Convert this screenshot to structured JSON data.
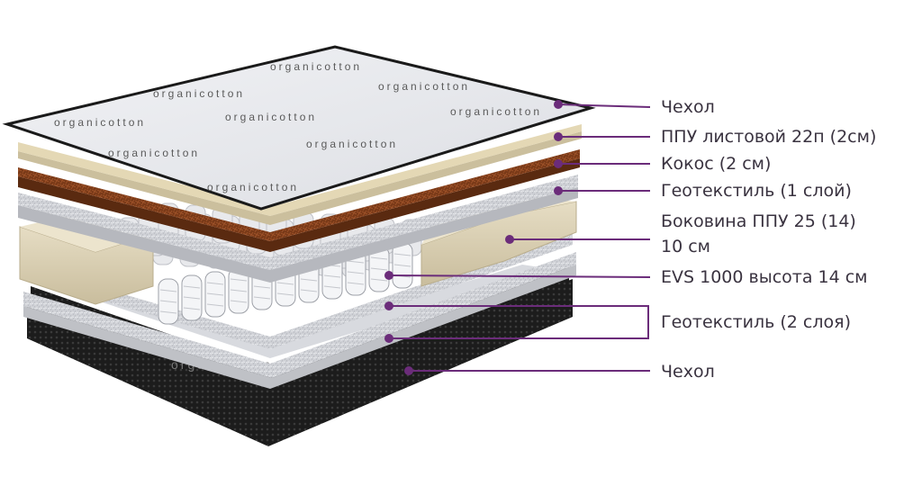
{
  "brand_watermark": "organicotton",
  "colors": {
    "accent": "#6b2c7a",
    "cover": "#e9eaee",
    "ppu_sheet": "#e4d8b5",
    "coconut": "#7a3a18",
    "geotextile": "#c9cbd0",
    "side_foam": "#d8cdb0",
    "bottom_cover": "#1a1a1a"
  },
  "labels": [
    {
      "id": "cover-top",
      "text": "Чехол"
    },
    {
      "id": "ppu-sheet",
      "text": "ППУ листовой 22п (2см)"
    },
    {
      "id": "coconut",
      "text": "Кокос (2 см)"
    },
    {
      "id": "geotextile-1",
      "text": "Геотекстиль (1 слой)"
    },
    {
      "id": "side-foam",
      "line1": "Боковина ППУ 25 (14)",
      "line2": "10 см"
    },
    {
      "id": "springs",
      "text": "EVS 1000 высота 14 см"
    },
    {
      "id": "geotextile-2",
      "text": "Геотекстиль (2 слоя)"
    },
    {
      "id": "cover-bottom",
      "text": "Чехол"
    }
  ]
}
